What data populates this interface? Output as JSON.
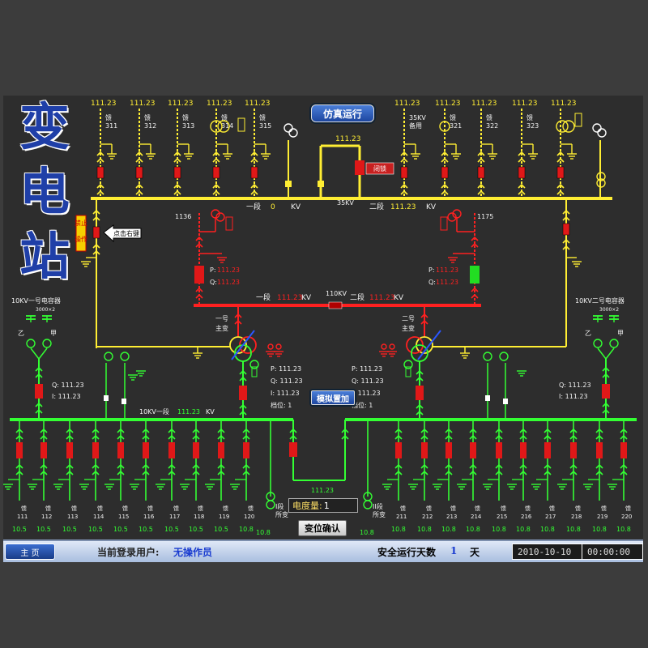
{
  "title_chars": [
    "变",
    "电",
    "站"
  ],
  "buttons": {
    "simulate": "仿真运行",
    "lock": "闭锁",
    "stop_op": "禁止操作",
    "right_click": "点击右键",
    "sim_add": "模拟置加",
    "confirm": "变位确认"
  },
  "kv35": {
    "section1": "一段",
    "section1_value": "0",
    "unit": "KV",
    "bus_label": "35KV",
    "section2": "二段",
    "section2_value": "111.23",
    "tie_value": "111.23",
    "left_switch": "1136",
    "right_switch": "1175"
  },
  "kv110": {
    "bus_label": "110KV",
    "section1": "一段",
    "section1_value": "111.23",
    "section2": "二段",
    "section2_value": "111.23",
    "unit": "KV",
    "left_P": "P: 111.23",
    "left_Q": "Q: 111.23",
    "right_P": "P: 111.23",
    "right_Q": "Q: 111.23"
  },
  "feeders_35_left": [
    {
      "value": "111.23",
      "name": "馈 311"
    },
    {
      "value": "111.23",
      "name": "馈 312"
    },
    {
      "value": "111.23",
      "name": "馈 313"
    },
    {
      "value": "111.23",
      "name": "馈 314"
    },
    {
      "value": "111.23",
      "name": "馈 315"
    }
  ],
  "feeders_35_right": [
    {
      "value": "111.23",
      "name": "35KV 备用"
    },
    {
      "value": "111.23",
      "name": "馈 321"
    },
    {
      "value": "111.23",
      "name": "馈 322"
    },
    {
      "value": "111.23",
      "name": "馈 323"
    },
    {
      "value": "111.23",
      "name": ""
    }
  ],
  "transformer1": {
    "label": "一号 主变",
    "P": "P: 111.23",
    "Q": "Q: 111.23",
    "I": "I: 111.23",
    "tap": "档位: 1"
  },
  "transformer2": {
    "label": "二号 主变",
    "P": "P: 111.23",
    "Q": "Q: 111.23",
    "I": "I: 111.23",
    "tap": "档位: 1"
  },
  "capacitor1": {
    "label": "10KV一号电容器",
    "sub": "3000×2",
    "Q": "Q: 111.23",
    "I": "I: 111.23",
    "a": "乙",
    "b": "甲"
  },
  "capacitor2": {
    "label": "10KV二号电容器",
    "sub": "3000×2",
    "Q": "Q: 111.23",
    "I": "I: 111.23",
    "a": "乙",
    "b": "甲"
  },
  "kv10": {
    "bus_label": "10KV一段",
    "bus_value": "111.23",
    "unit": "KV",
    "tie_value": "111.23",
    "station_left": "I段 所变",
    "station_right": "II段 所变",
    "station_left_val": "10.8",
    "station_right_val": "10.8"
  },
  "energy": {
    "label": "电度量:",
    "value": "1"
  },
  "feeders_10_left": [
    {
      "name": "馈 111",
      "value": "10.5"
    },
    {
      "name": "馈 112",
      "value": "10.5"
    },
    {
      "name": "馈 113",
      "value": "10.5"
    },
    {
      "name": "馈 114",
      "value": "10.5"
    },
    {
      "name": "馈 115",
      "value": "10.5"
    },
    {
      "name": "馈 116",
      "value": "10.5"
    },
    {
      "name": "馈 117",
      "value": "10.5"
    },
    {
      "name": "馈 118",
      "value": "10.5"
    },
    {
      "name": "馈 119",
      "value": "10.5"
    },
    {
      "name": "馈 120",
      "value": "10.8"
    }
  ],
  "feeders_10_right": [
    {
      "name": "馈 211",
      "value": "10.8"
    },
    {
      "name": "馈 212",
      "value": "10.8"
    },
    {
      "name": "馈 213",
      "value": "10.8"
    },
    {
      "name": "馈 214",
      "value": "10.8"
    },
    {
      "name": "馈 215",
      "value": "10.8"
    },
    {
      "name": "馈 216",
      "value": "10.8"
    },
    {
      "name": "馈 217",
      "value": "10.8"
    },
    {
      "name": "馈 218",
      "value": "10.8"
    },
    {
      "name": "馈 219",
      "value": "10.8"
    },
    {
      "name": "馈 220",
      "value": "10.8"
    }
  ],
  "statusbar": {
    "logo": "主 页",
    "user_label": "当前登录用户:",
    "user": "无操作员",
    "safe_label": "安全运行天数",
    "safe_days": "1",
    "days_unit": "天",
    "date": "2010-10-10",
    "time": "00:00:00"
  },
  "colors": {
    "kv35": "#ffee33",
    "kv110": "#ff2020",
    "kv10": "#33ff33",
    "breaker": "#e01818",
    "breaker_closed_green": "#22dd22",
    "label": "#f2f2f2"
  }
}
